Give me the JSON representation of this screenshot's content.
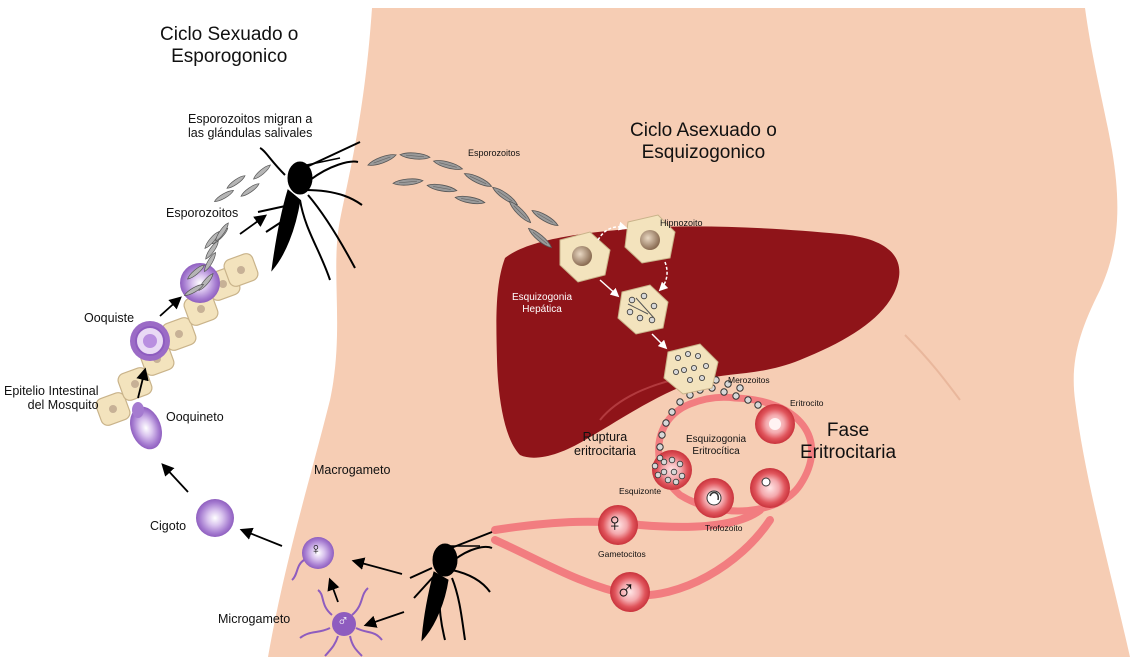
{
  "titles": {
    "sexual_cycle": "Ciclo Sexuado o\nEsporogonico",
    "asexual_cycle": "Ciclo Asexuado o\nEsquizogonico",
    "erythrocytic_phase": "Fase\nEritrocitaria"
  },
  "labels": {
    "sporozoites_migrate": "Esporozoitos migran a\nlas glándulas salivales",
    "sporozoites_mosquito": "Esporozoitos",
    "sporozoites_human": "Esporozoitos",
    "oocyst": "Ooquiste",
    "gut_epithelium": "Epitelio Intestinal\ndel Mosquito",
    "ookinete": "Ooquineto",
    "zygote": "Cigoto",
    "macrogamete": "Macrogameto",
    "microgamete": "Microgameto",
    "hypnozoite": "Hipnozoito",
    "hepatic_schizogony": "Esquizogonia\nHepática",
    "merozoites": "Merozoitos",
    "erythrocyte": "Eritrocito",
    "erythrocyte_rupture": "Ruptura\neritrocitaria",
    "erythrocytic_schizogony": "Esquizogonia\nEritrocítica",
    "schizont": "Esquizonte",
    "trophozoite": "Trofozoito",
    "gametocytes": "Gametocitos"
  },
  "colors": {
    "skin": "#f6cdb4",
    "liver": "#8f1419",
    "liver_shadow": "#b23a3e",
    "cell_cream": "#f3e3bd",
    "purple": "#9b6bc6",
    "purple_light": "#d9c3ee",
    "rbc_outer": "#c9333c",
    "rbc_inner": "#f4a9ad",
    "vessel": "#f27d80",
    "mosquito": "#000000"
  },
  "icons": {
    "female": "♀",
    "male": "♂"
  }
}
